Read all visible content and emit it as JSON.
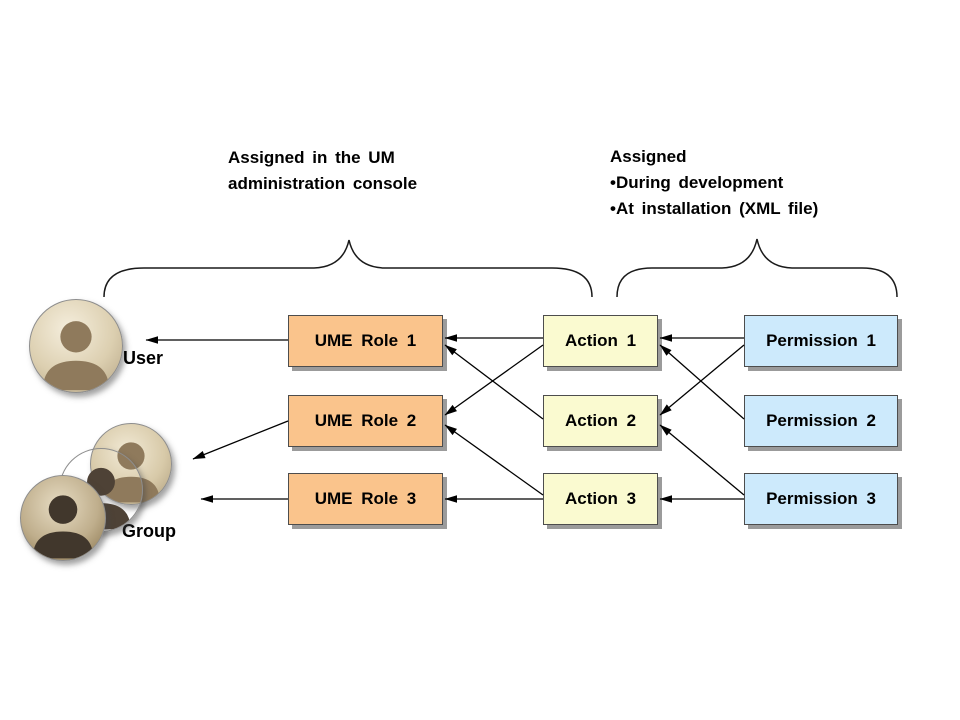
{
  "titles": {
    "left": {
      "lines": [
        "Assigned in the UM",
        "administration console"
      ]
    },
    "right": {
      "lines": [
        "Assigned",
        "•During development",
        "•At installation (XML file)"
      ]
    }
  },
  "actors": {
    "user_label": "User",
    "group_label": "Group"
  },
  "nodes": {
    "roles": [
      "UME Role 1",
      "UME Role 2",
      "UME Role 3"
    ],
    "actions": [
      "Action 1",
      "Action 2",
      "Action 3"
    ],
    "permissions": [
      "Permission 1",
      "Permission 2",
      "Permission 3"
    ]
  },
  "edges": [
    {
      "source": "ume-role-1",
      "target": "user"
    },
    {
      "source": "ume-role-2",
      "target": "group"
    },
    {
      "source": "ume-role-3",
      "target": "group"
    },
    {
      "source": "action-1",
      "target": "ume-role-1"
    },
    {
      "source": "action-1",
      "target": "ume-role-2"
    },
    {
      "source": "action-2",
      "target": "ume-role-1"
    },
    {
      "source": "action-3",
      "target": "ume-role-2"
    },
    {
      "source": "action-3",
      "target": "ume-role-3"
    },
    {
      "source": "permission-1",
      "target": "action-1"
    },
    {
      "source": "permission-1",
      "target": "action-2"
    },
    {
      "source": "permission-2",
      "target": "action-1"
    },
    {
      "source": "permission-3",
      "target": "action-2"
    },
    {
      "source": "permission-3",
      "target": "action-3"
    }
  ],
  "colors": {
    "role_fill": "#fac48c",
    "action_fill": "#fafad0",
    "permission_fill": "#cdeafc",
    "shadow": "#9b9b9b",
    "line": "#000000"
  }
}
